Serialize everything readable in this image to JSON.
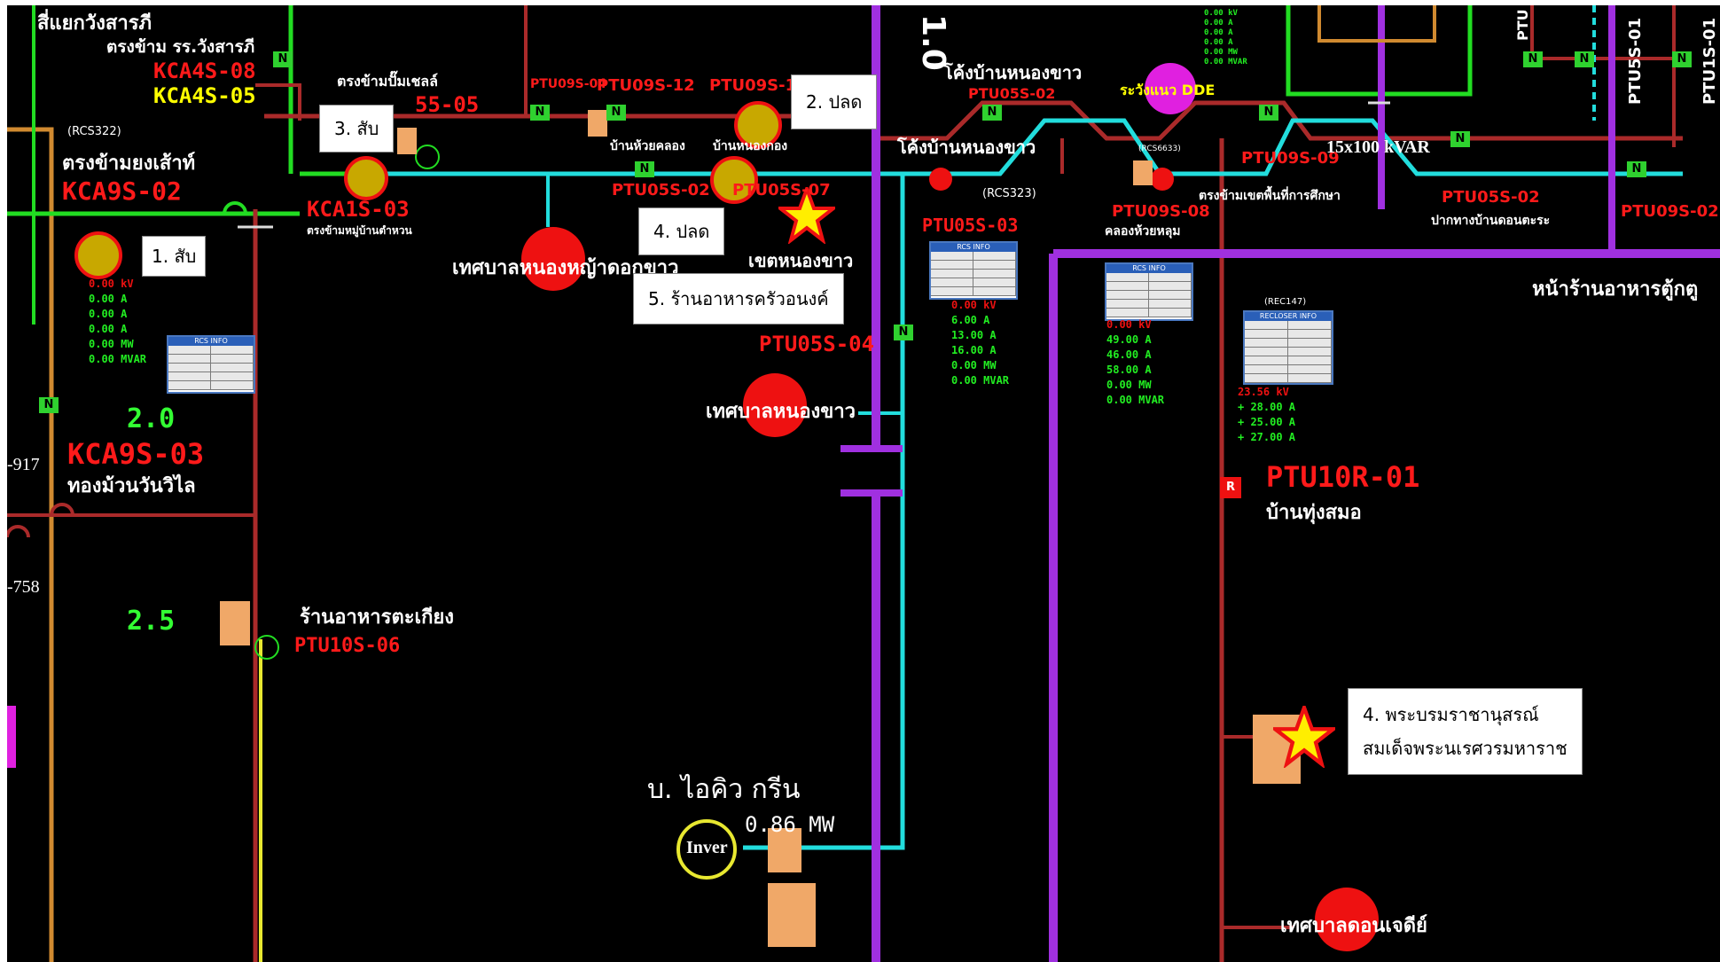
{
  "colors": {
    "background": "#000000",
    "feeder_green": "#22dd22",
    "feeder_red": "#aa2a2a",
    "feeder_cyan": "#22dddd",
    "bus_purple": "#a030e0",
    "feeder_orange": "#d08a30",
    "feeder_yellow": "#e8e830",
    "station_red": "#ee1111",
    "callout_bg": "#ffffff"
  },
  "callouts": {
    "c1": "1. สับ",
    "c2": "2. ปลด",
    "c3": "3. สับ",
    "c4a": "4. ปลด",
    "c5": "5. ร้านอาหารครัวอนงค์",
    "c4b_line1": "4. พระบรมราชานุสรณ์",
    "c4b_line2": "สมเด็จพระนเรศวรมหาราช"
  },
  "labels": {
    "top_left_1": "สี่แยกวังสารภี",
    "top_left_2": "ตรงข้าม รร.วังสารภี",
    "kca4s08": "KCA4S-08",
    "kca4s05": "KCA4S-05",
    "rcs322": "(RCS322)",
    "trong_kham": "ตรงข้ามยงเส้าท์",
    "kca9s02": "KCA9S-02",
    "trong_pump": "ตรงข้ามปั๊มเชลล์",
    "s55_05": "55-05",
    "kca1s03": "KCA1S-03",
    "kca1s03_sub": "ตรงข้ามหมู่บ้านตำหวน",
    "ptu09s04": "PTU09S-04",
    "ptu09s12": "PTU09S-12",
    "ptu09s1x": "PTU09S-1",
    "ban_huai": "บ้านห้วยคลอง",
    "ban_nong": "บ้านหนองกอง",
    "ptu05s02": "PTU05S-02",
    "ptu05s07": "PTU05S-07",
    "tessaban_yanong": "เทศบาลหนองหญ้าดอกขาว",
    "zet_nong": "เขตหนองขาว",
    "ptu05s04": "PTU05S-04",
    "tessaban_nongkhao": "เทศบาลหนองขาว",
    "num_1_0": "1.0",
    "khong_ban_1": "โค้งบ้านหนองขาว",
    "ptu05s02b": "PTU05S-02",
    "khong_ban_2": "โค้งบ้านหนองขาว",
    "ptu05s03": "PTU05S-03",
    "rcs323": "(RCS323)",
    "rasawet_dde": "ระวังแนว DDE",
    "rcs6633": "(RCS6633)",
    "ptu09s08": "PTU09S-08",
    "khlong_huai": "คลองห้วยหลุม",
    "trong_khet": "ตรงข้ามเขตพื้นที่การศึกษา",
    "ptu09s09": "PTU09S-09",
    "kvar": "15x100 kVAR",
    "ptu05s02c": "PTU05S-02",
    "pa_chang": "ปากทางบ้านดอนตะระ",
    "ptu05s01": "PTU5S-01",
    "ptu1s01": "PTU1S-01",
    "ptu_top": "PTU",
    "ptu09s02": "PTU09S-02",
    "na_ran": "หน้าร้านอาหารตู้กตู",
    "rec147": "(REC147)",
    "ptu10r01": "PTU10R-01",
    "ban_thung": "บ้านทุ่งสมอ",
    "num_2_0": "2.0",
    "kca9s03": "KCA9S-03",
    "thong_muan": "ทองม้วนวันวิไล",
    "n917": "-917",
    "n758": "-758",
    "num_2_5": "2.5",
    "ran_ahan": "ร้านอาหารตะเกียง",
    "ptu10s06": "PTU10S-06",
    "ban_icue": "บ. ไอคิว กรีน",
    "mw_val": "0.86 MW",
    "inver": "Inver",
    "tessaban_donchedi": "เทศบาลดอนเจดีย์",
    "sw_n": "N",
    "sw_r": "R"
  },
  "measurements": {
    "m1": [
      "0.00 kV",
      "0.00 A",
      "0.00 A",
      "0.00 A",
      "0.00 MW",
      "0.00 MVAR"
    ],
    "m2": [
      "0.00 kV",
      "6.00 A",
      "13.00 A",
      "16.00 A",
      "0.00 MW",
      "0.00 MVAR"
    ],
    "m3": [
      "0.00 kV",
      "49.00 A",
      "46.00 A",
      "58.00 A",
      "0.00 MW",
      "0.00 MVAR"
    ],
    "m4": [
      "23.56 kV",
      "+ 28.00 A",
      "+ 25.00 A",
      "+ 27.00 A"
    ],
    "m5": [
      "0.00 kV",
      "0.00 A",
      "0.00 A",
      "0.00 A",
      "0.00 MW",
      "0.00 MVAR"
    ]
  },
  "panels": {
    "p1": "RCS INFO",
    "p2": "RCS INFO",
    "p3": "RCS INFO",
    "p4": "RECLOSER INFO"
  }
}
